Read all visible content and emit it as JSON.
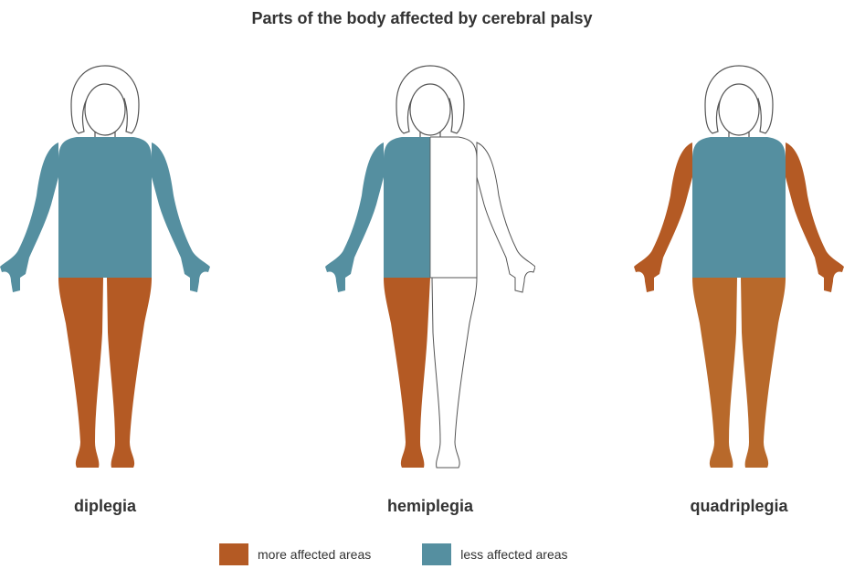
{
  "title": "Parts of the body affected by cerebral palsy",
  "colors": {
    "more_affected": "#B45A24",
    "less_affected": "#558FA0",
    "outline": "#555555"
  },
  "figures": [
    {
      "label": "diplegia",
      "arms": "less_affected",
      "torso": "less_affected",
      "legs": "more_affected"
    },
    {
      "label": "hemiplegia",
      "left_side_upper": "less_affected",
      "left_side_lower": "more_affected",
      "right_side": "unaffected"
    },
    {
      "label": "quadriplegia",
      "arms": "more_affected",
      "torso": "less_affected",
      "legs": "more_affected"
    }
  ],
  "legend": [
    {
      "label": "more affected areas",
      "color_key": "more_affected"
    },
    {
      "label": "less affected areas",
      "color_key": "less_affected"
    }
  ]
}
